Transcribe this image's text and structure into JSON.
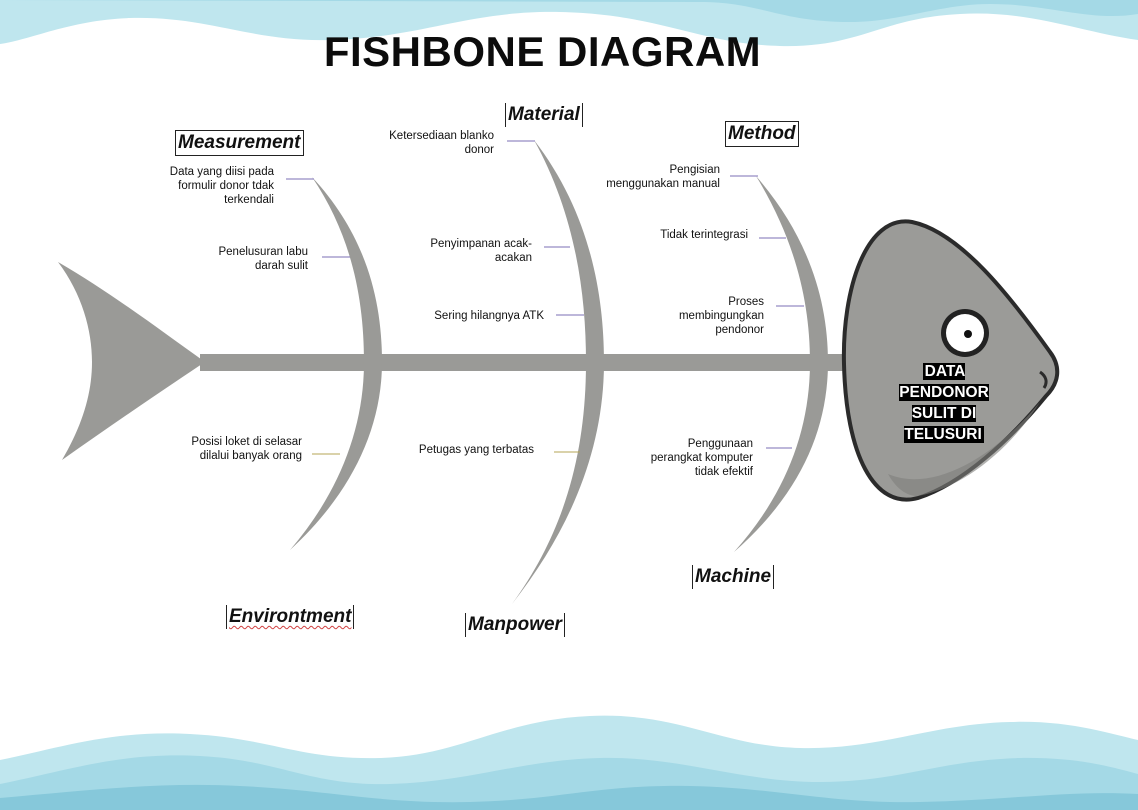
{
  "title": "FISHBONE DIAGRAM",
  "effect": "DATA PENDONOR SULIT DI TELUSURI",
  "colors": {
    "bone": "#9a9a97",
    "wave_light": "#bfe6ee",
    "wave_mid": "#a4d9e6",
    "wave_dark": "#86c8da",
    "head_fill": "#9b9b98",
    "head_outline": "#2b2b2b",
    "cause_line": "#7b6fb6",
    "cause_line_alt": "#b6a655"
  },
  "categories": {
    "measurement": "Measurement",
    "material": "Material",
    "method": "Method",
    "environment": "Environtment",
    "manpower": "Manpower",
    "machine": "Machine"
  },
  "causes": {
    "measurement_1": "Data yang diisi pada formulir donor tdak terkendali",
    "measurement_2": "Penelusuran labu darah sulit",
    "material_1": "Ketersediaan blanko donor",
    "material_2": "Penyimpanan acak-acakan",
    "material_3": "Sering hilangnya ATK",
    "method_1": "Pengisian menggunakan manual",
    "method_2": "Tidak terintegrasi",
    "method_3": "Proses membingungkan pendonor",
    "environment_1": "Posisi loket di selasar dilalui banyak orang",
    "manpower_1": "Petugas yang terbatas",
    "machine_1": "Penggunaan perangkat komputer tidak efektif"
  }
}
